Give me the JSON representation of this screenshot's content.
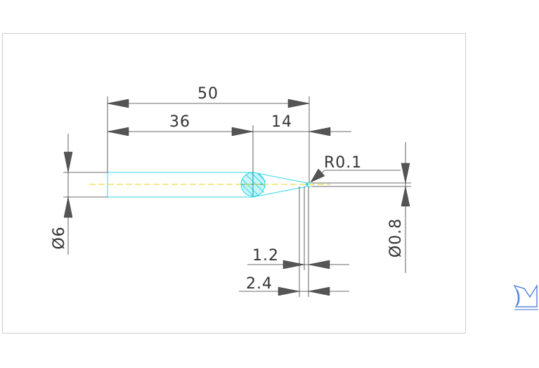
{
  "dimensions": {
    "overall_length": "50",
    "shank_length": "36",
    "taper_length": "14",
    "tip_radius": "R0.1",
    "shank_diameter": "Ø6",
    "tip_diameter": "Ø0.8",
    "dim_small": "1.2",
    "dim_large": "2.4"
  },
  "colors": {
    "part_outline": "#2fd7e6",
    "centerline": "#e6d21e",
    "dimension_lines": "#3a3a3a",
    "sheet_border": "#cccccc"
  },
  "icons": {
    "ucs": "ucs-icon"
  }
}
